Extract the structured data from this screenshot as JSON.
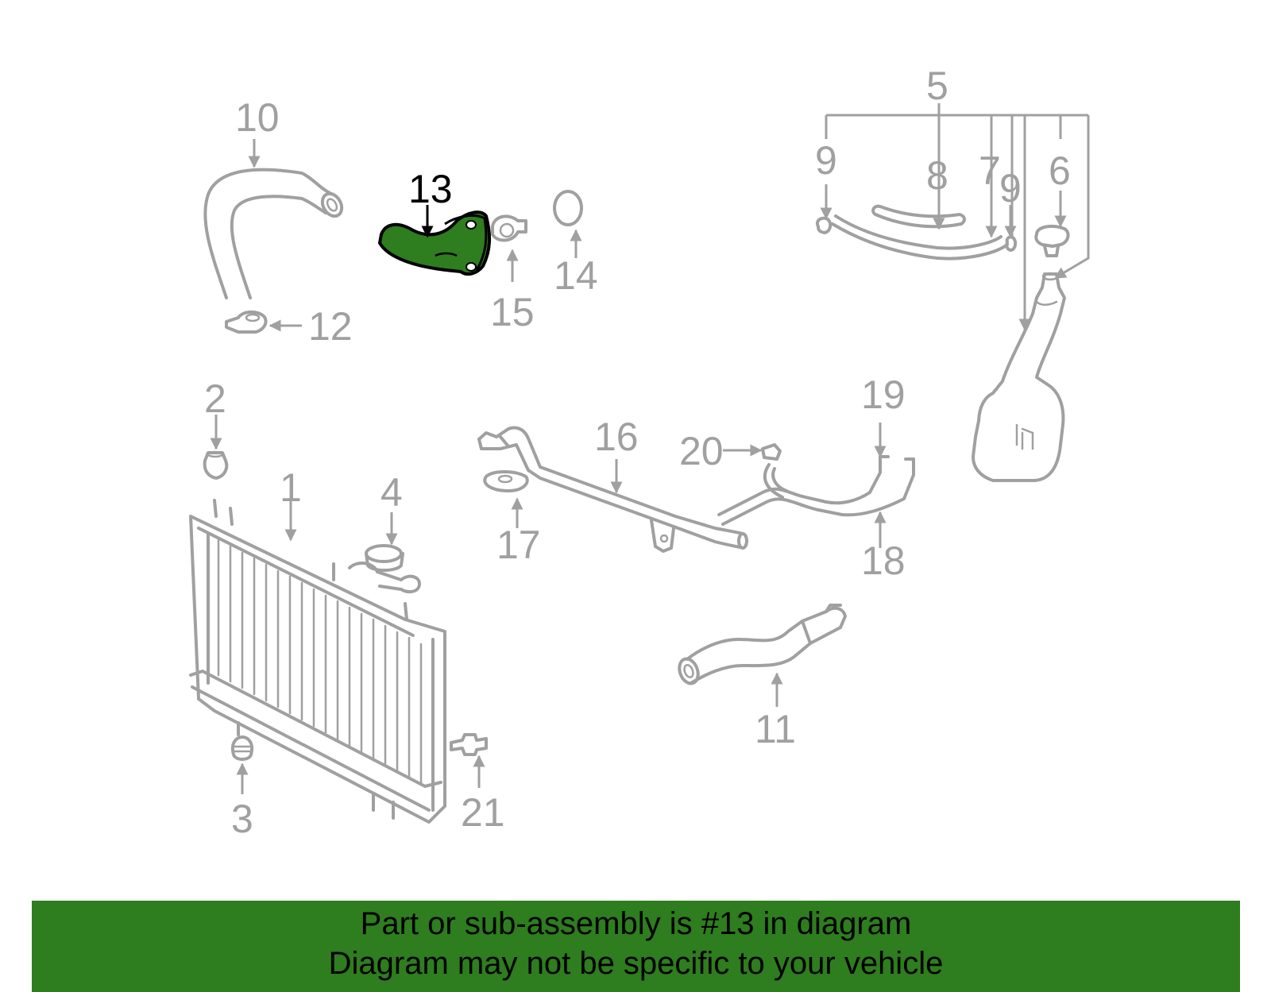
{
  "highlight": {
    "number": "13",
    "color": "#2e7d1e"
  },
  "banner": {
    "line1": "Part or sub-assembly is #13 in diagram",
    "line2": "Diagram may not be specific to your vehicle",
    "background": "#2e7d1e"
  },
  "callouts": {
    "c1": "1",
    "c2": "2",
    "c3": "3",
    "c4": "4",
    "c5": "5",
    "c6": "6",
    "c7": "7",
    "c8": "8",
    "c9a": "9",
    "c9b": "9",
    "c10": "10",
    "c11": "11",
    "c12": "12",
    "c13": "13",
    "c14": "14",
    "c15": "15",
    "c16": "16",
    "c17": "17",
    "c18": "18",
    "c19": "19",
    "c20": "20",
    "c21": "21"
  }
}
